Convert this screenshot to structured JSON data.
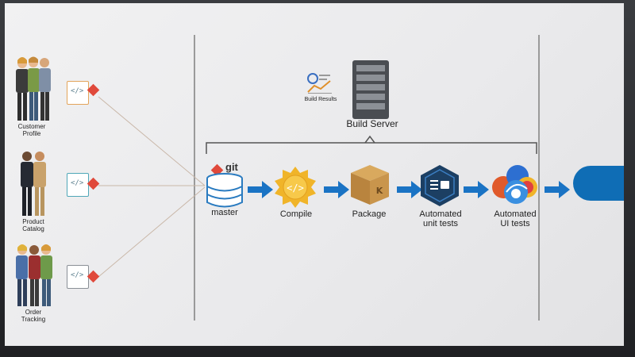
{
  "personas": [
    {
      "label_line1": "Customer",
      "label_line2": "Profile"
    },
    {
      "label_line1": "Product",
      "label_line2": "Catalog"
    },
    {
      "label_line1": "Order",
      "label_line2": "Tracking"
    }
  ],
  "build_results_label": "Build Results",
  "build_server_label": "Build Server",
  "git_label": "git",
  "steps": [
    {
      "line1": "master",
      "line2": ""
    },
    {
      "line1": "Compile",
      "line2": ""
    },
    {
      "line1": "Package",
      "line2": ""
    },
    {
      "line1": "Automated",
      "line2": "unit tests"
    },
    {
      "line1": "Automated",
      "line2": "UI tests"
    }
  ],
  "colors": {
    "pipeline_blue": "#1a73c4",
    "compile_gold": "#f0b429",
    "git_red": "#e0493b",
    "server_gray": "#4a4d52"
  },
  "icons": [
    "code-file-icon",
    "git-icon",
    "database-icon",
    "compile-gear-icon",
    "package-box-icon",
    "unit-test-hexagon-icon",
    "browser-icon",
    "server-icon",
    "build-chart-icon"
  ]
}
